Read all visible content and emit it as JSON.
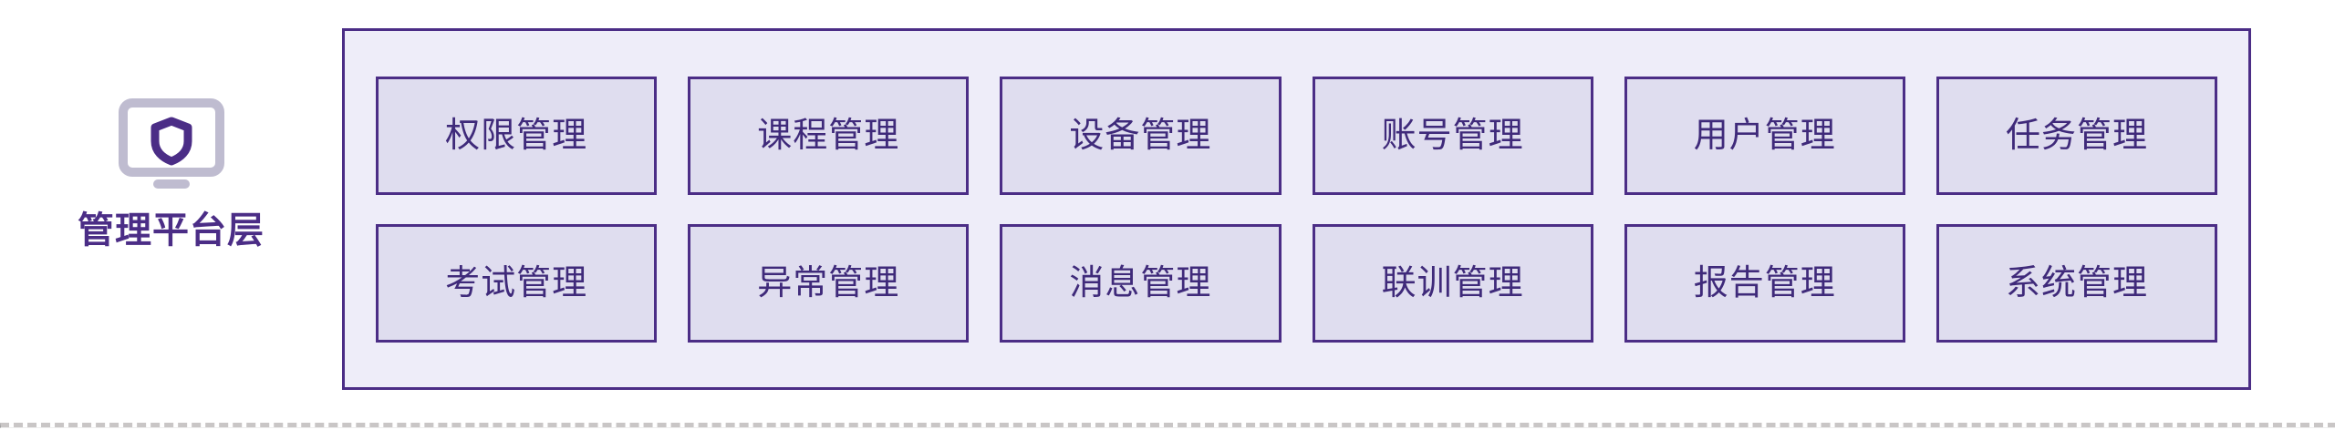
{
  "layer": {
    "title": "管理平台层",
    "icon": "monitor-shield-icon",
    "accent_color": "#4b2d86",
    "panel_background": "#eeedf9",
    "card_background": "#dfddef",
    "card_border_color": "#4b2d86",
    "label_text_color": "#3f2a7a",
    "divider_color": "#c9c6c6"
  },
  "panel": {
    "rows": [
      {
        "cards": [
          {
            "label": "权限管理"
          },
          {
            "label": "课程管理"
          },
          {
            "label": "设备管理"
          },
          {
            "label": "账号管理"
          },
          {
            "label": "用户管理"
          },
          {
            "label": "任务管理"
          }
        ]
      },
      {
        "cards": [
          {
            "label": "考试管理"
          },
          {
            "label": "异常管理"
          },
          {
            "label": "消息管理"
          },
          {
            "label": "联训管理"
          },
          {
            "label": "报告管理"
          },
          {
            "label": "系统管理"
          }
        ]
      }
    ]
  }
}
